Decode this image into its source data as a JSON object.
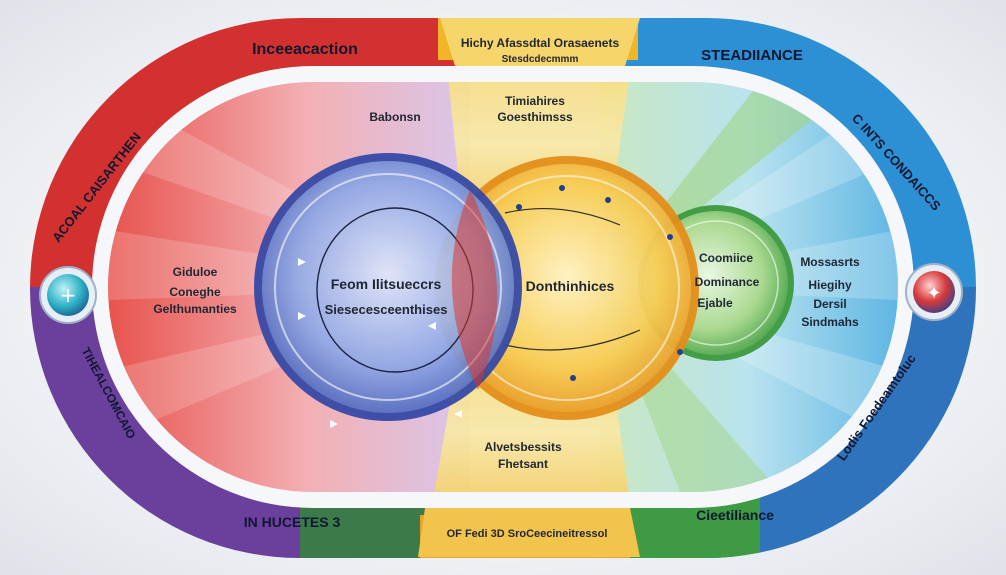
{
  "palette": {
    "red": "#d3312f",
    "purple": "#6b3f9c",
    "navy": "#2a4b9b",
    "blue": "#2d8fd4",
    "yellow": "#f1b52a",
    "orange": "#e98d1d",
    "green": "#4fa84a",
    "teal": "#33a8a6"
  },
  "arc_labels": {
    "top_left": "Inceeacaction",
    "top_right": "STEADIIANCE",
    "bottom_left": "IN HUCETES 3",
    "bottom_right": "Cieetiliance",
    "left_outer": "ACOAL CAISARTHEN",
    "left_lower": "TIHEALCOMCAIO",
    "right_outer": "C INTS CONDAICCS",
    "right_lower": "Lodis Foedeamtoluc"
  },
  "top_band": {
    "line1": "Hichy Afassdtal Orasaenets",
    "line2": "Stesdcdecmmm"
  },
  "bottom_band": {
    "text": "OF Fedi 3D SroCeecineitressol"
  },
  "sections": {
    "upper_left": "Babonsn",
    "upper_center_line1": "Timiahires",
    "upper_center_line2": "Goesthimsss",
    "left_line1": "Giduloe",
    "left_line2": "Coneghe",
    "left_line3": "Gelthumanties",
    "right_line1": "Mossasrts",
    "right_line2": "Hiegihy",
    "right_line3": "Dersil",
    "right_line4": "Sindmahs",
    "bottom_center_line1": "Alvetsbessits",
    "bottom_center_line2": "Fhetsant"
  },
  "circles": {
    "blue_line1": "Feom Ilitsueccrs",
    "blue_line2": "Siesecesceenthises",
    "yellow": "Donthinhices",
    "green_line1": "Coomiice",
    "green_line2": "Dominance",
    "green_line3": "Ejable"
  },
  "buttons": {
    "left_symbol": "+",
    "right_symbol": "✦"
  }
}
